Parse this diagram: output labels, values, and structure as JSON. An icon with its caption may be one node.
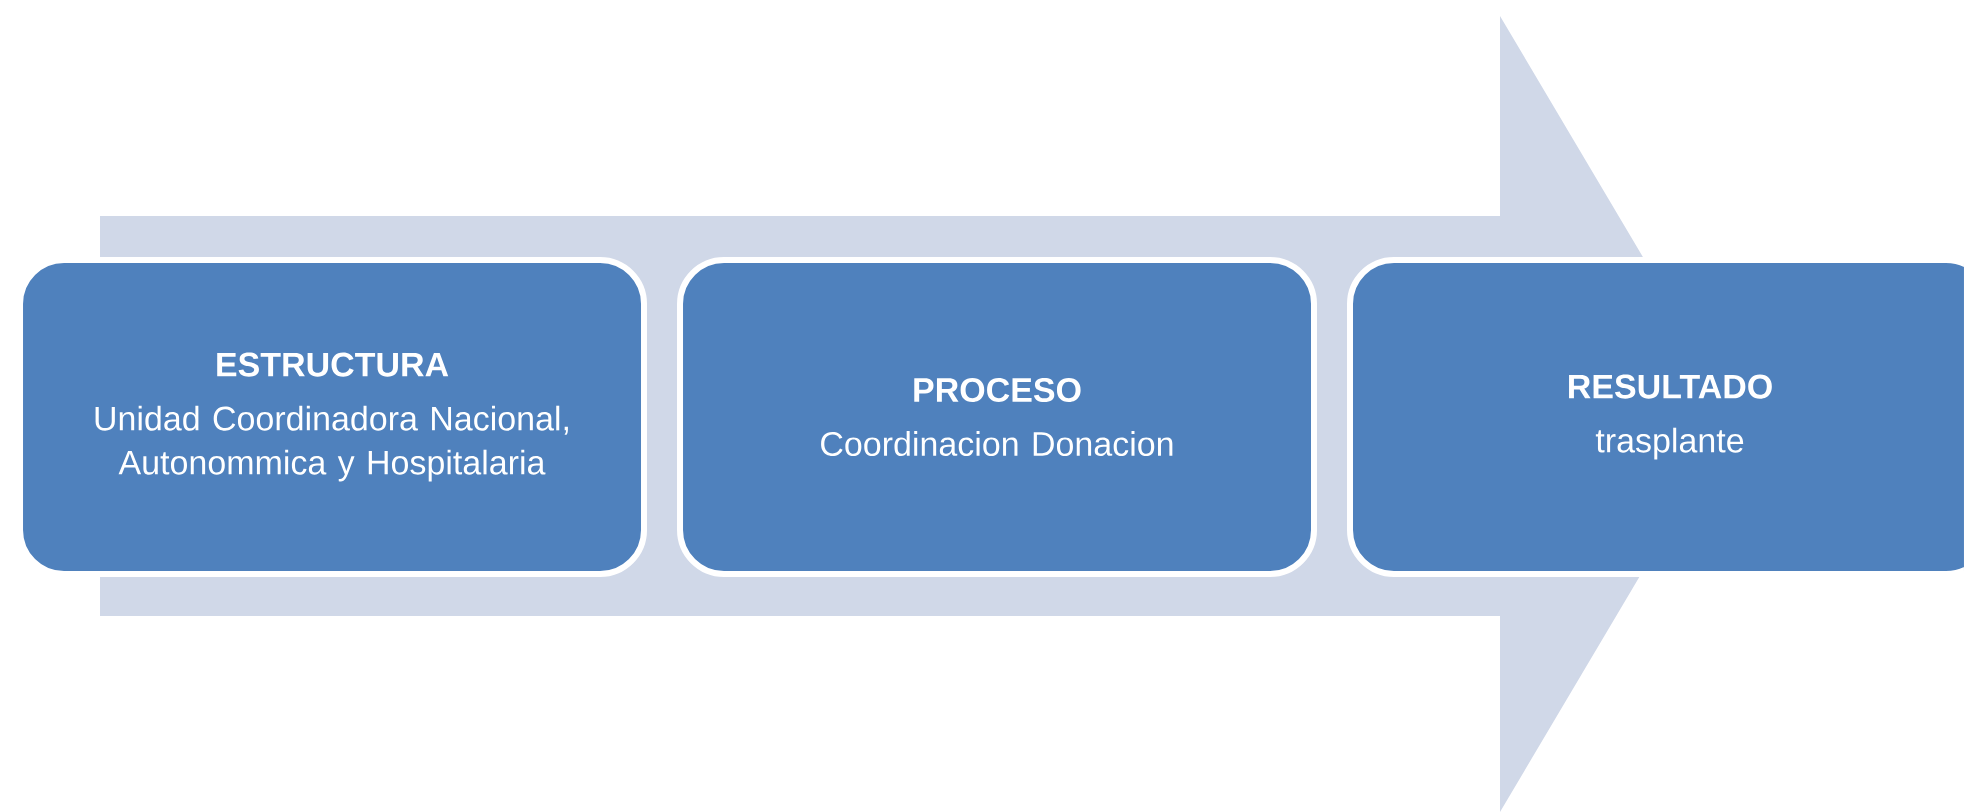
{
  "diagram": {
    "nodes": [
      {
        "text": [
          "ESTRUCTURA",
          "Unidad Coordinadora Nacional, Autonommica y Hospitalaria"
        ]
      },
      {
        "text": [
          "PROCESO",
          "Coordinacion Donacion"
        ]
      },
      {
        "text": [
          "RESULTADO",
          "trasplante"
        ]
      }
    ]
  }
}
